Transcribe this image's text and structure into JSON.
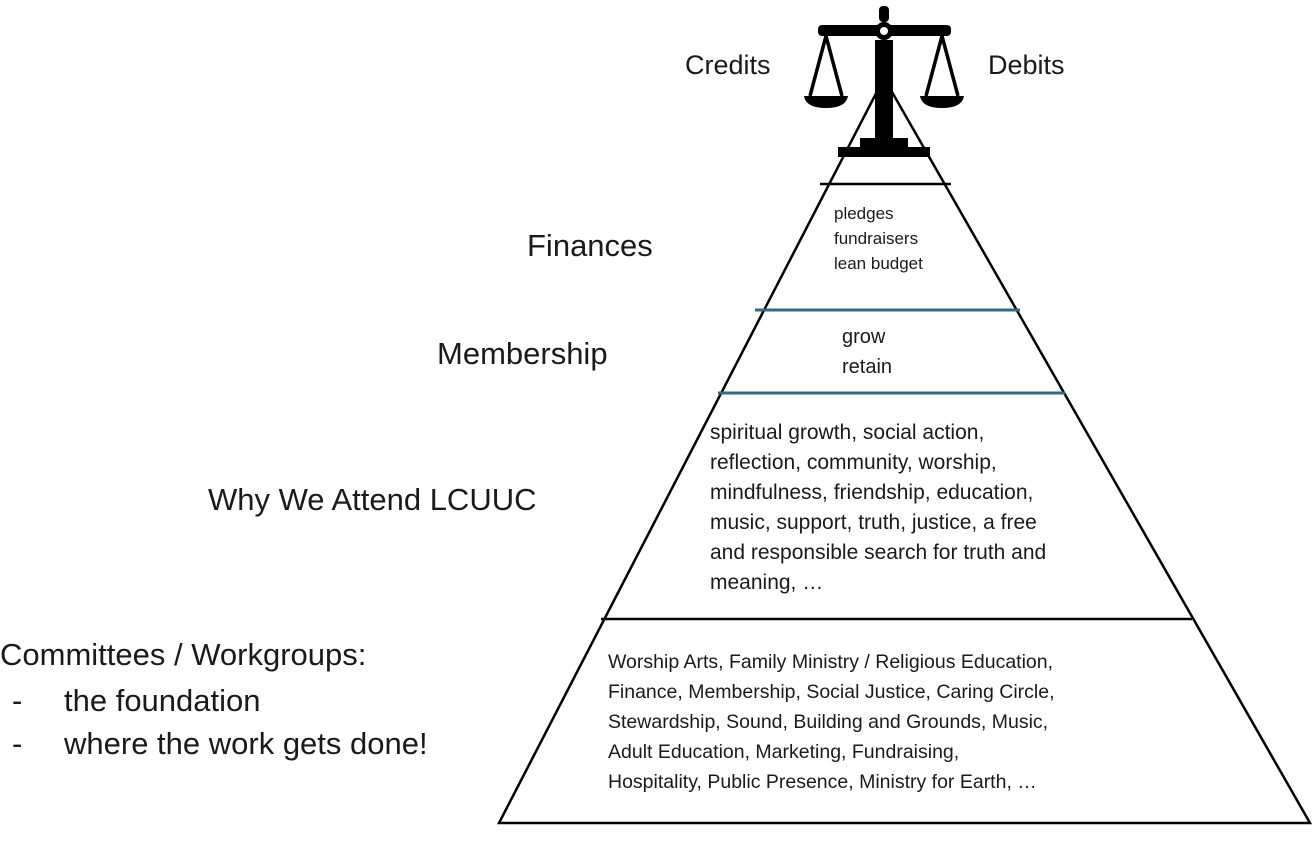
{
  "scale": {
    "icon": "balance-scale-icon",
    "left_label": "Credits",
    "right_label": "Debits"
  },
  "levels": {
    "finances": {
      "label": "Finances",
      "items": [
        "pledges",
        "fundraisers",
        "lean budget"
      ]
    },
    "membership": {
      "label": "Membership",
      "items": [
        "grow",
        "retain"
      ]
    },
    "why": {
      "label": "Why We Attend LCUUC",
      "lines": [
        "spiritual growth, social action,",
        "reflection, community, worship,",
        "mindfulness, friendship, education,",
        "music, support, truth, justice, a free",
        "and responsible search for truth and",
        "meaning, …"
      ]
    },
    "committees": {
      "title": "Committees / Workgroups:",
      "bullets": [
        "the foundation",
        "where the work gets done!"
      ],
      "bullet_marker": "-",
      "lines": [
        "Worship Arts, Family Ministry / Religious Education,",
        "Finance, Membership, Social Justice, Caring Circle,",
        "Stewardship, Sound, Building and Grounds, Music,",
        "Adult Education, Marketing, Fundraising,",
        "Hospitality, Public Presence, Ministry for Earth, …"
      ]
    }
  },
  "colors": {
    "outline": "#000000",
    "tier_divider_blue": "#2e6b8a",
    "text": "#1a1a1a"
  }
}
